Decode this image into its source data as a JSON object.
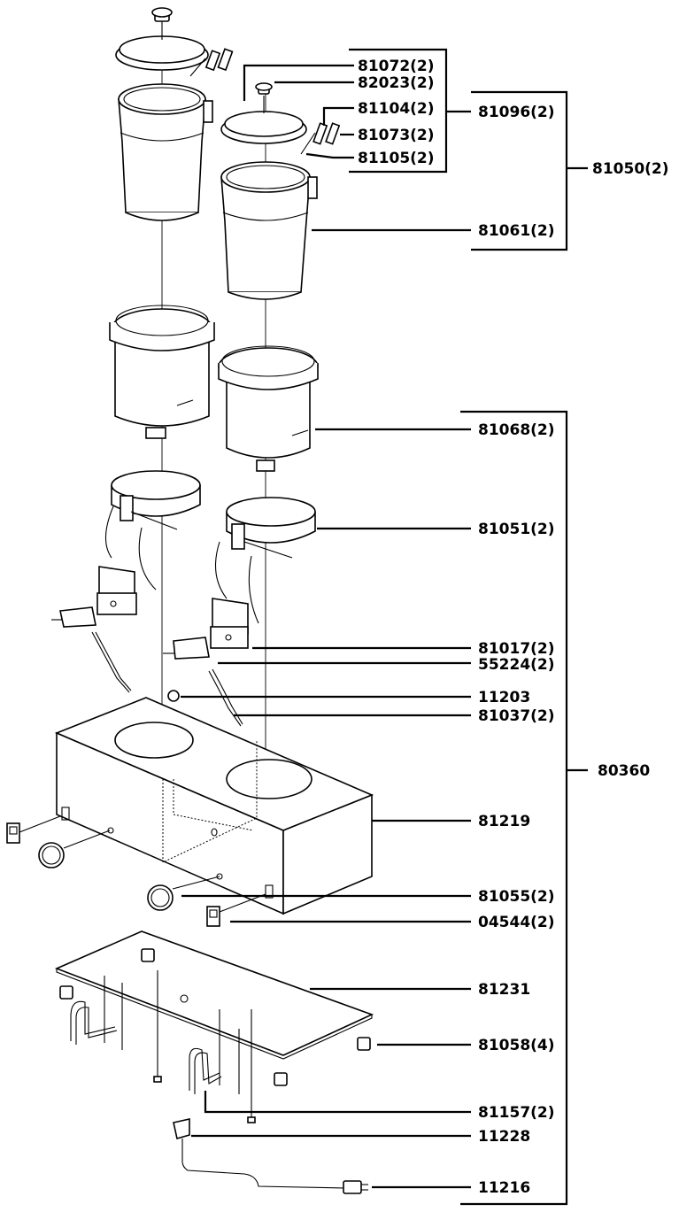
{
  "title": "",
  "callouts": {
    "p81072": "81072(2)",
    "p82023": "82023(2)",
    "p81104": "81104(2)",
    "p81073": "81073(2)",
    "p81105": "81105(2)",
    "p81096": "81096(2)",
    "p81050": "81050(2)",
    "p81061": "81061(2)",
    "p81068": "81068(2)",
    "p81051": "81051(2)",
    "p81017": "81017(2)",
    "p55224": "55224(2)",
    "p11203": "11203",
    "p81037": "81037(2)",
    "p80360": "80360",
    "p81219": "81219",
    "p81055": "81055(2)",
    "p04544": "04544(2)",
    "p81231": "81231",
    "p81058": "81058(4)",
    "p81157": "81157(2)",
    "p11228": "11228",
    "p11216": "11216"
  },
  "style": {
    "ink": "#000000",
    "background": "#ffffff"
  }
}
